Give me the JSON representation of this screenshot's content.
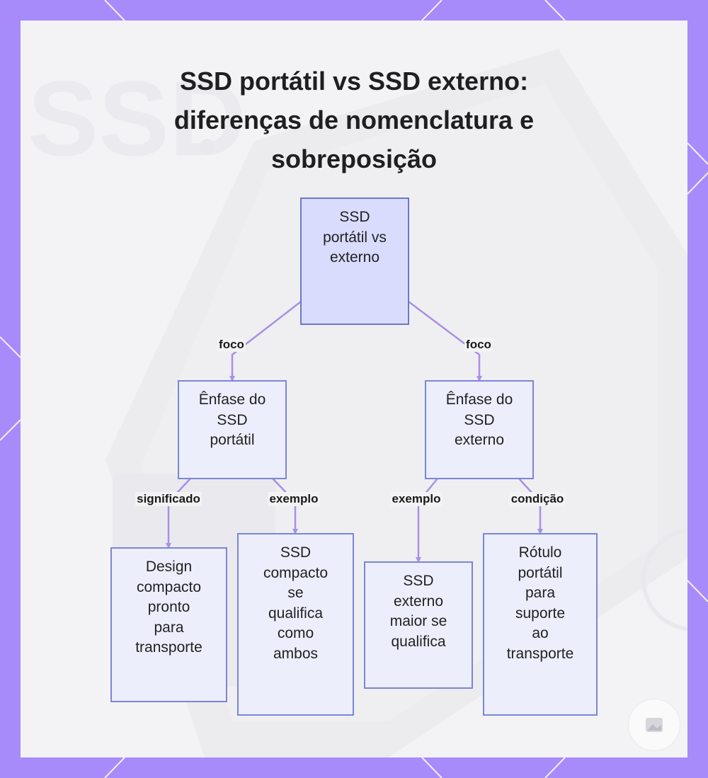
{
  "title_lines": [
    "SSD portátil vs SSD externo:",
    "diferenças de nomenclatura e",
    "sobreposição"
  ],
  "nodes": {
    "root": [
      "SSD",
      "portátil vs",
      "externo"
    ],
    "portable": [
      "Ênfase do",
      "SSD",
      "portátil"
    ],
    "external": [
      "Ênfase do",
      "SSD",
      "externo"
    ],
    "leaf1": [
      "Design",
      "compacto",
      "pronto",
      "para",
      "transporte"
    ],
    "leaf2": [
      "SSD",
      "compacto",
      "se",
      "qualifica",
      "como",
      "ambos"
    ],
    "leaf3": [
      "SSD",
      "externo",
      "maior se",
      "qualifica"
    ],
    "leaf4": [
      "Rótulo",
      "portátil",
      "para",
      "suporte",
      "ao",
      "transporte"
    ]
  },
  "edge_labels": {
    "focus_left": "foco",
    "focus_right": "foco",
    "meaning": "significado",
    "example_left": "exemplo",
    "example_right": "exemplo",
    "condition": "condição"
  },
  "colors": {
    "frame": "#a78bfa",
    "edge": "#a990e6",
    "node_border": "#7b86d6",
    "root_fill": "#d9dcfd",
    "node_fill": "#eceefc"
  }
}
